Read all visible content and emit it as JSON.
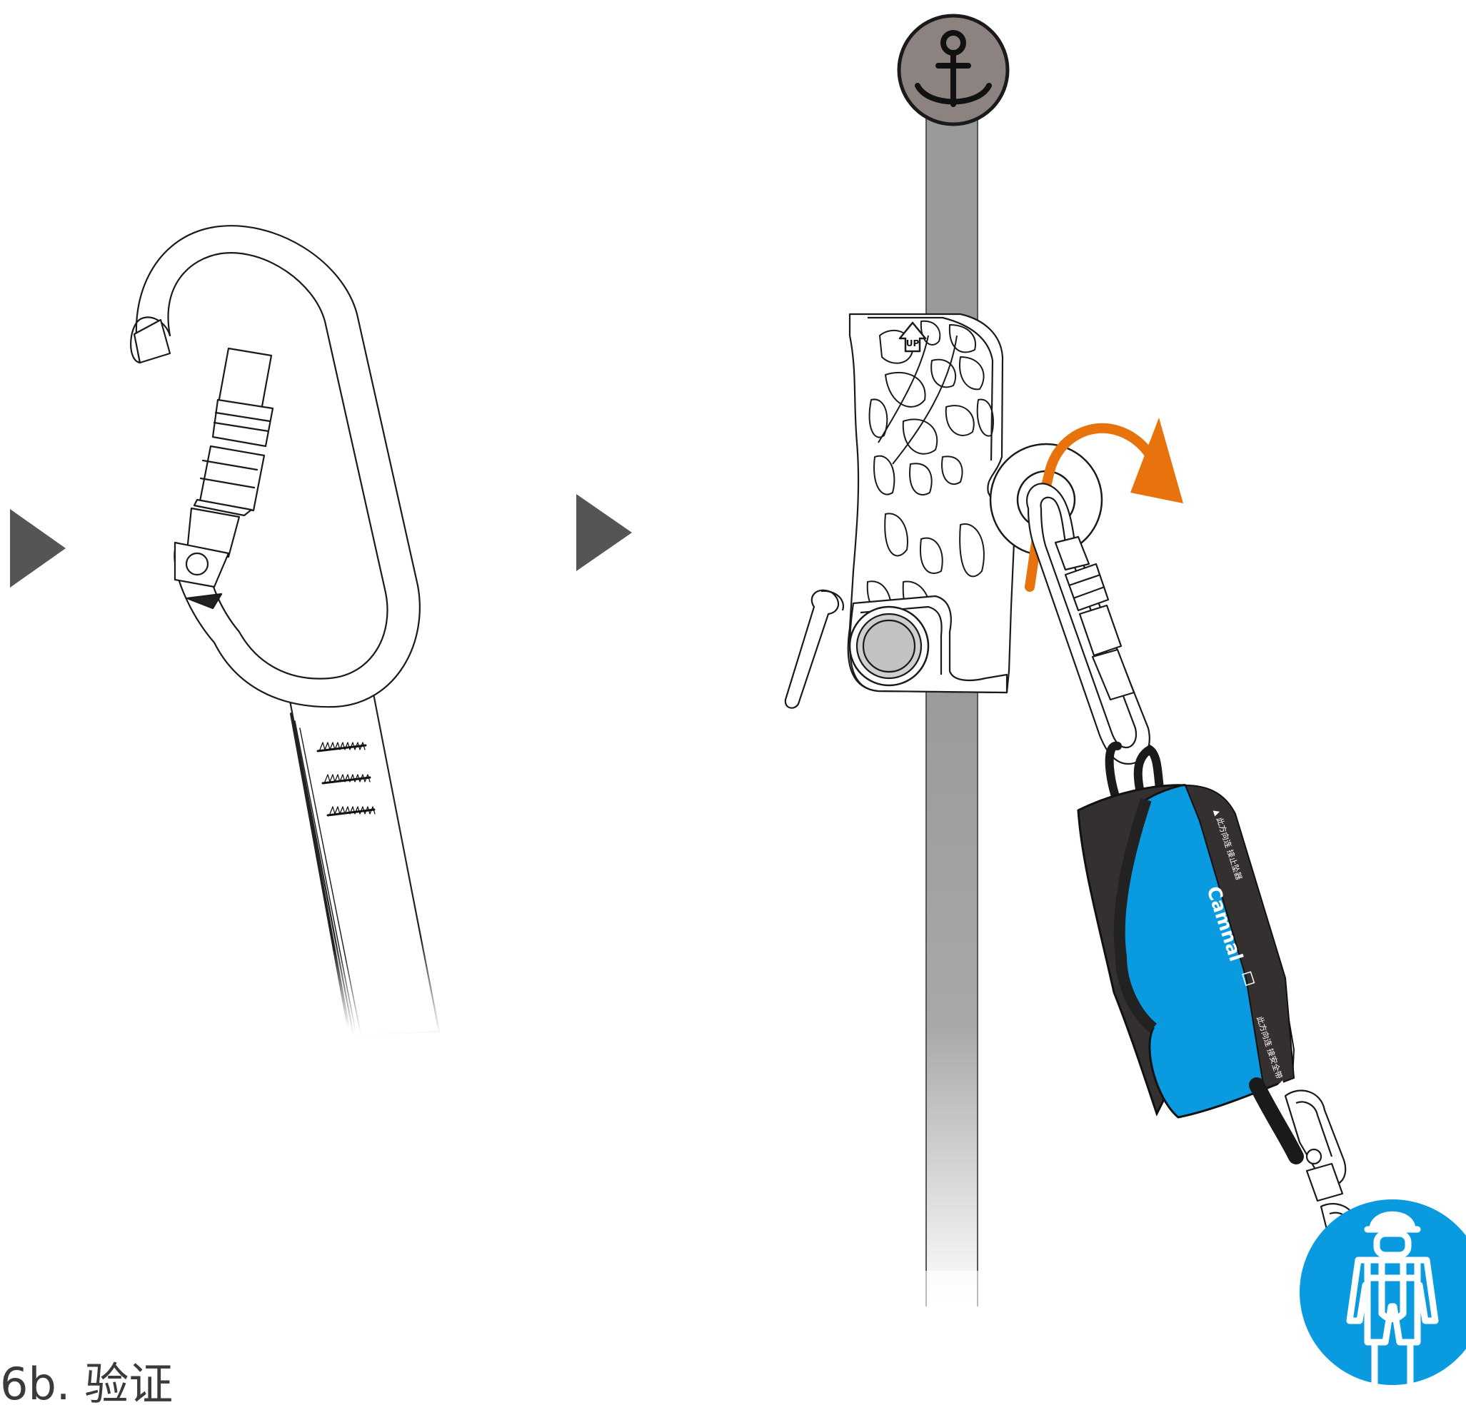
{
  "figure": {
    "step_markers": [
      "step-arrow-1",
      "step-arrow-2"
    ],
    "device_arrow_label": "UP",
    "brand": "Camnal",
    "absorber_labels": {
      "top": "▲ 此方向连 接止坠器",
      "bottom": "此方向连 接安全带 ▼"
    },
    "caption": "6b. 验证",
    "icons": {
      "anchor": "anchor-icon",
      "worker": "worker-harness-icon"
    },
    "colors": {
      "rope": "#9a9a9a",
      "anchor_badge": "#8c8380",
      "rotation_arrow": "#e8720c",
      "absorber_blue": "#0a9ae0",
      "absorber_black": "#353030",
      "worker_badge": "#0a9ae0",
      "step_marker": "#555555"
    }
  }
}
